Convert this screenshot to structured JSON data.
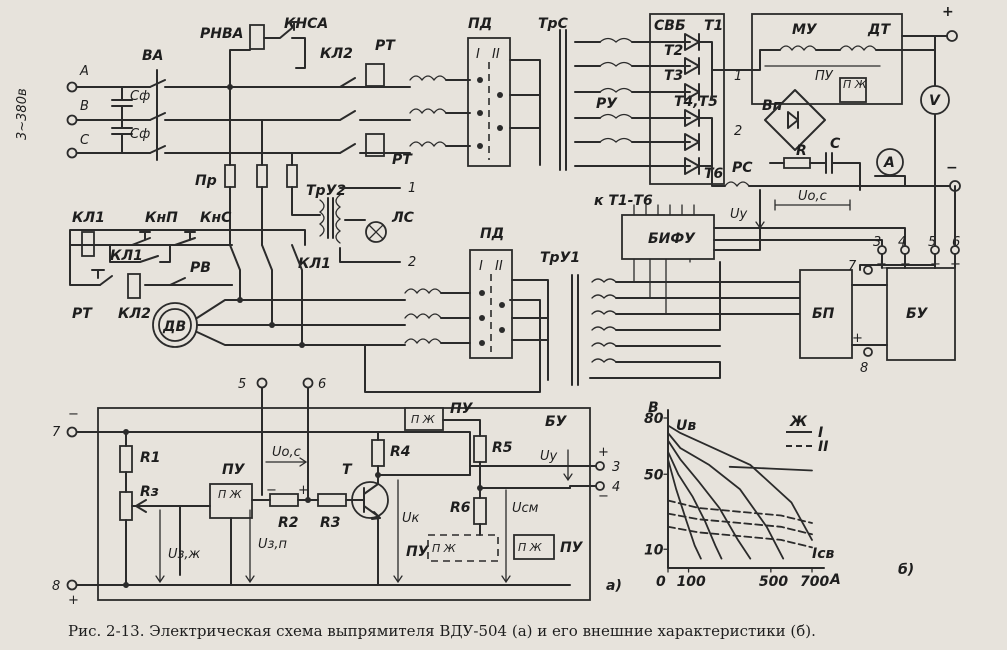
{
  "labels": {
    "supply": "3~380в",
    "ph_a": "A",
    "ph_b": "B",
    "ph_c": "C",
    "cf1": "Cф",
    "cf2": "Cф",
    "va": "ВА",
    "rnva": "РНВА",
    "knsa": "КНСА",
    "kl2_top": "КЛ2",
    "rt_top": "РТ",
    "rt_mid": "РТ",
    "pd_top": "ПД",
    "pd_top_i": "I",
    "pd_top_ii": "II",
    "trs": "ТрС",
    "svb": "СВБ",
    "t1": "Т1",
    "t2": "Т2",
    "t3": "Т3",
    "t45": "Т4,Т5",
    "t6": "Т6",
    "ru": "РУ",
    "mu": "МУ",
    "dt": "ДТ",
    "pu_top": "ПУ",
    "pzh_top": "П Ж",
    "vp": "Вп",
    "r_top": "R",
    "c_top": "C",
    "rs": "РС",
    "br1": "1",
    "br2": "2",
    "plus_out": "+",
    "minus_out": "−",
    "v_meter": "V",
    "a_meter": "A",
    "pr": "Пр",
    "tru2": "ТрУ2",
    "ls": "ЛС",
    "ls1": "1",
    "ls2": "2",
    "kl1_a": "КЛ1",
    "kl1_b": "КЛ1",
    "knp": "КнП",
    "kns": "КнС",
    "rv": "РВ",
    "rt_ctl": "РТ",
    "kl2_ctl": "КЛ2",
    "kl1_sw": "КЛ1",
    "dv": "ДВ",
    "pd_bot": "ПД",
    "pd_bot_i": "I",
    "pd_bot_ii": "II",
    "tru1": "ТрУ1",
    "t1t6": "к Т1-Т6",
    "bifu": "БИФУ",
    "uy_top": "Uу",
    "uoc_top": "Uо,с",
    "bp": "БП",
    "bu_top": "БУ",
    "n3": "3",
    "n4": "4",
    "n5": "5",
    "n6": "6",
    "n7": "7",
    "n8": "8",
    "s3p": "+",
    "s4m": "−",
    "s5m": "−",
    "s6p": "+",
    "s7m": "−",
    "s8p": "+"
  },
  "bu_detail": {
    "n5": "5",
    "n6": "6",
    "n7": "7",
    "n8": "8",
    "n3": "3",
    "n4": "4",
    "minus7": "−",
    "plus8": "+",
    "plus3": "+",
    "minus4": "−",
    "r1": "R1",
    "rz": "Rз",
    "r2": "R2",
    "r3": "R3",
    "r4": "R4",
    "r5": "R5",
    "r6": "R6",
    "t": "Т",
    "pu1": "ПУ",
    "pzh1": "П Ж",
    "pu2": "ПУ",
    "pzh2": "П Ж",
    "pu3": "ПУ",
    "pzh3": "П Ж",
    "pu4": "ПУ",
    "pzh4": "П Ж",
    "uoc": "Uо,с",
    "uzzh": "Uз,ж",
    "uzp": "Uз,п",
    "uk": "Uк",
    "ucm": "Uсм",
    "uy": "Uу",
    "bu": "БУ",
    "minus_r2": "−",
    "plus_r2": "+",
    "part_a": "а)"
  },
  "chart_data": {
    "type": "line",
    "ylabel": "B",
    "y_symbol": "Uв",
    "xlabel": "A",
    "x_symbol": "Iсв",
    "legend": [
      {
        "name": "Ж",
        "label": "I"
      },
      {
        "name": "",
        "label": "II"
      }
    ],
    "y_ticks": [
      "80",
      "50",
      "10"
    ],
    "x_ticks": [
      "0",
      "100",
      "500",
      "700"
    ],
    "xlim": [
      0,
      700
    ],
    "ylim": [
      0,
      80
    ],
    "part_label": "б)",
    "series": [
      {
        "style": "solid",
        "x": [
          0,
          60,
          200,
          400,
          600,
          700
        ],
        "y": [
          76,
          72,
          65,
          55,
          35,
          15
        ]
      },
      {
        "style": "solid",
        "x": [
          0,
          60,
          200,
          350,
          480,
          560
        ],
        "y": [
          72,
          64,
          55,
          42,
          22,
          5
        ]
      },
      {
        "style": "solid",
        "x": [
          0,
          60,
          150,
          250,
          340,
          400
        ],
        "y": [
          68,
          58,
          46,
          32,
          15,
          5
        ]
      },
      {
        "style": "solid",
        "x": [
          0,
          50,
          120,
          180,
          230,
          260
        ],
        "y": [
          62,
          50,
          38,
          25,
          12,
          5
        ]
      },
      {
        "style": "solid",
        "x": [
          0,
          40,
          90,
          130,
          160
        ],
        "y": [
          58,
          42,
          25,
          12,
          5
        ]
      },
      {
        "style": "solid",
        "x": [
          300,
          500,
          700
        ],
        "y": [
          54,
          53,
          52
        ]
      },
      {
        "style": "dashed",
        "x": [
          0,
          150,
          350,
          550,
          700
        ],
        "y": [
          36,
          32,
          30,
          28,
          24
        ]
      },
      {
        "style": "dashed",
        "x": [
          0,
          150,
          350,
          550,
          700
        ],
        "y": [
          29,
          26,
          24,
          22,
          18
        ]
      },
      {
        "style": "dashed",
        "x": [
          0,
          150,
          350,
          550,
          700
        ],
        "y": [
          22,
          19,
          17,
          15,
          11
        ]
      }
    ]
  },
  "caption": "Рис. 2-13. Электрическая схема выпрямителя ВДУ-504 (а) и его внешние характеристики (б)."
}
